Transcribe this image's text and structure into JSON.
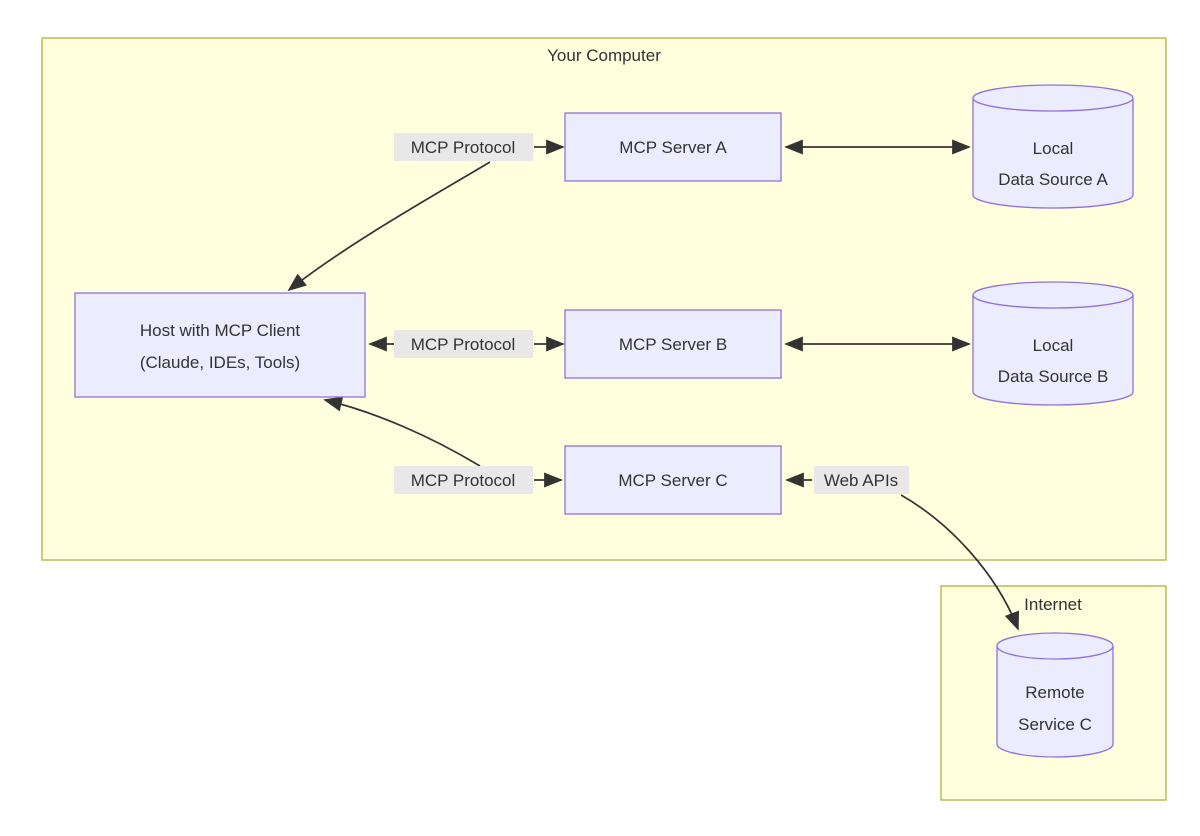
{
  "groups": {
    "your_computer": {
      "title": "Your Computer"
    },
    "internet": {
      "title": "Internet"
    }
  },
  "nodes": {
    "host": {
      "line1": "Host with MCP Client",
      "line2": "(Claude, IDEs, Tools)"
    },
    "server_a": {
      "label": "MCP Server A"
    },
    "server_b": {
      "label": "MCP Server B"
    },
    "server_c": {
      "label": "MCP Server C"
    },
    "local_data_a": {
      "line1": "Local",
      "line2": "Data Source A"
    },
    "local_data_b": {
      "line1": "Local",
      "line2": "Data Source B"
    },
    "remote_service_c": {
      "line1": "Remote",
      "line2": "Service C"
    }
  },
  "edge_labels": {
    "protocol_a": "MCP Protocol",
    "protocol_b": "MCP Protocol",
    "protocol_c": "MCP Protocol",
    "web_apis": "Web APIs"
  },
  "colors": {
    "group_fill": "#ffffde",
    "group_border": "#aaaa33",
    "node_fill": "#ececff",
    "node_border": "#9370db",
    "edge": "#333333",
    "edge_label_bg": "#e8e8e8",
    "text": "#333333"
  }
}
